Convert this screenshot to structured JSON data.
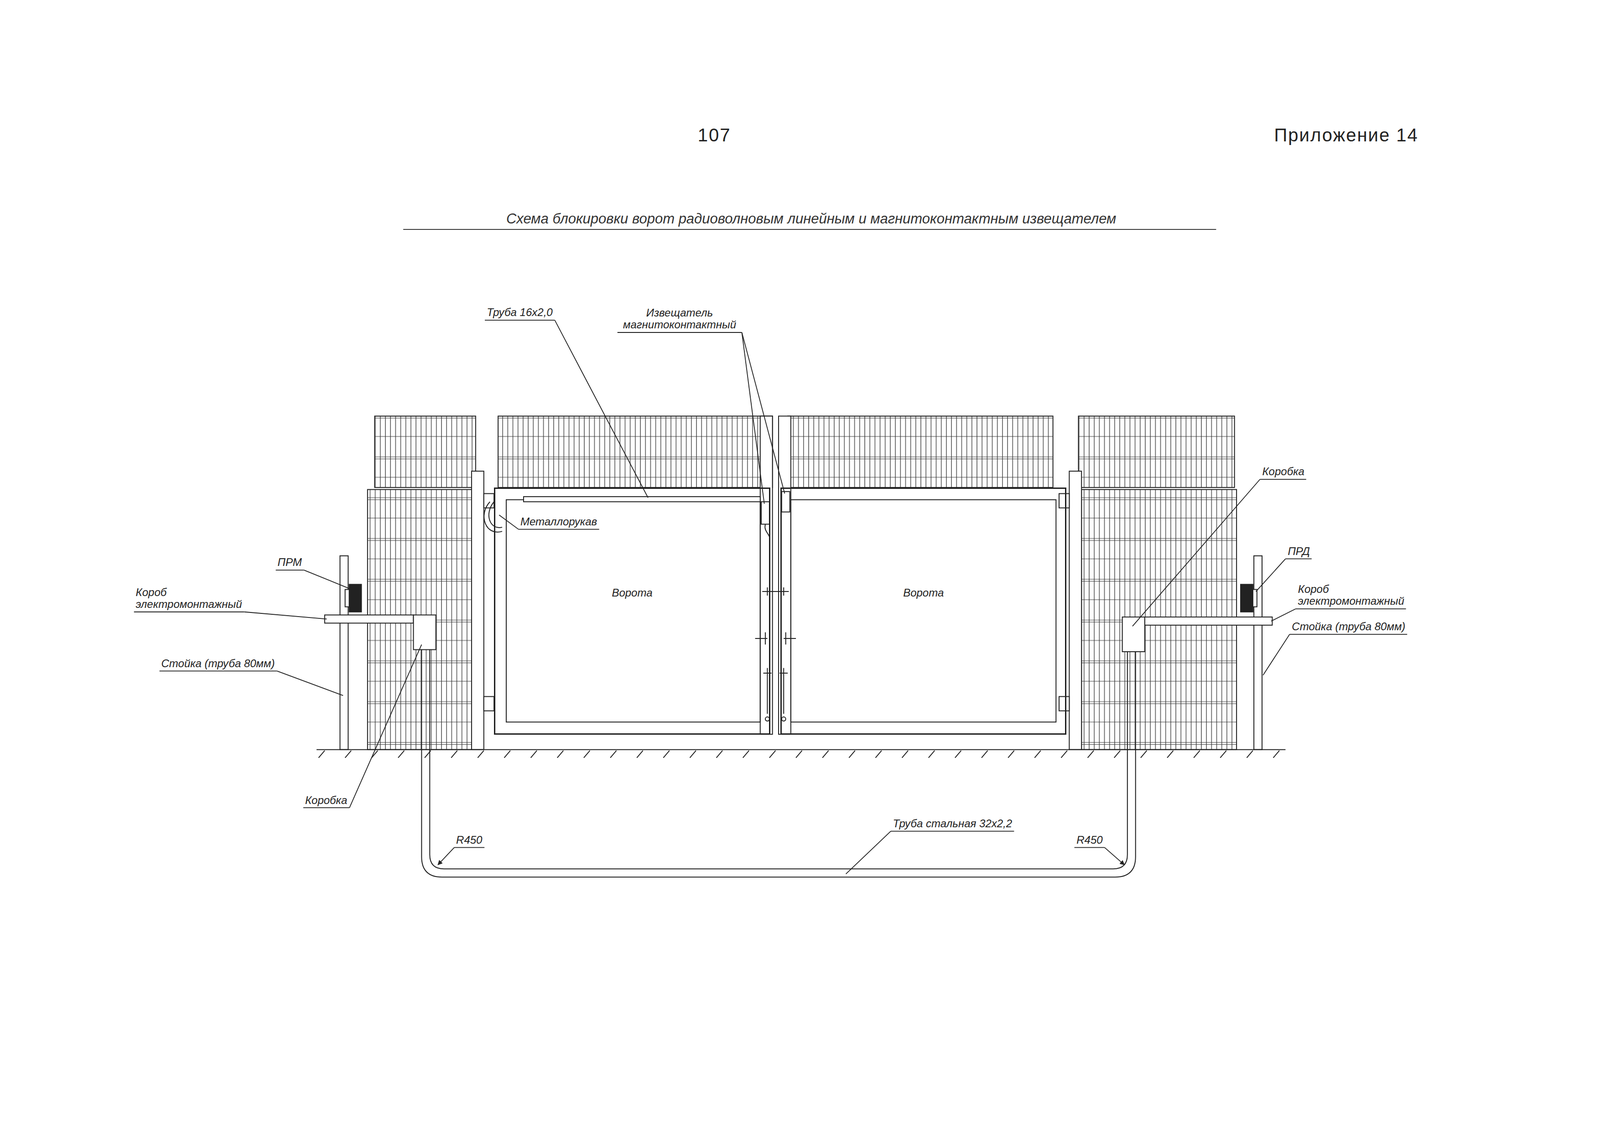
{
  "diagram": {
    "title": "Схема блокировки ворот радиоволновым линейным и магнитоконтактным извещателем",
    "nodes": [
      {
        "text": [
          "Ворота"
        ]
      },
      {
        "text": [
          "Ворота"
        ]
      }
    ],
    "labels": [
      "107",
      "Приложение 14",
      "Труба 16х2,0",
      "Извещатель магнитоконтактный",
      "Металлорукав",
      "ПРМ",
      "Короб электромонтажный",
      "Стойка (труба 80мм)",
      "Коробка",
      "Коробка",
      "ПРД",
      "Короб электромонтажный",
      "Стойка (труба 80мм)",
      "R450",
      "R450",
      "Труба стальная 32х2,2"
    ]
  }
}
